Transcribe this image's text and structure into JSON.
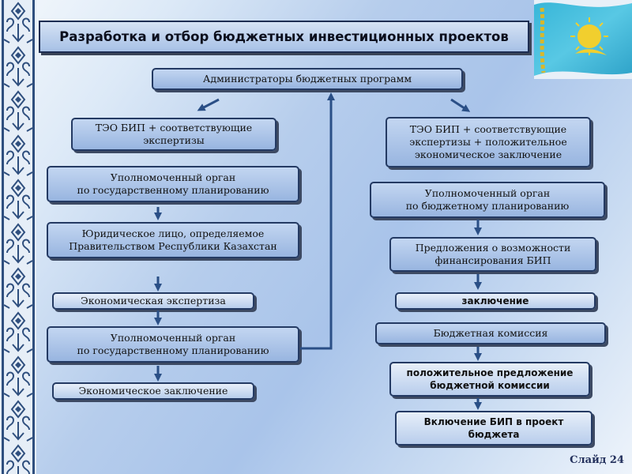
{
  "title": "Разработка и отбор бюджетных инвестиционных проектов",
  "top_box": "Администраторы бюджетных программ",
  "left_column": [
    "ТЭО БИП + соответствующие\nэкспертизы",
    "Уполномоченный орган\nпо государственному планированию",
    "Юридическое лицо, определяемое\nПравительством Республики Казахстан",
    "Экономическая экспертиза",
    "Уполномоченный орган\nпо государственному планированию",
    "Экономическое заключение"
  ],
  "right_column": [
    "ТЭО БИП + соответствующие\nэкспертизы + положительное\nэкономическое заключение",
    "Уполномоченный орган\nпо бюджетному планированию",
    "Предложения о возможности\nфинансирования БИП",
    "заключение",
    "Бюджетная комиссия",
    "положительное предложение\nбюджетной комиссии",
    "Включение БИП в проект\nбюджета"
  ],
  "slide_number": "Слайд 24",
  "colors": {
    "box_fill": "#a9c2e8",
    "box_border": "#243a63",
    "arrow": "#2a4f86"
  },
  "icons": [
    "kazakhstan-flag",
    "ornament-border"
  ]
}
